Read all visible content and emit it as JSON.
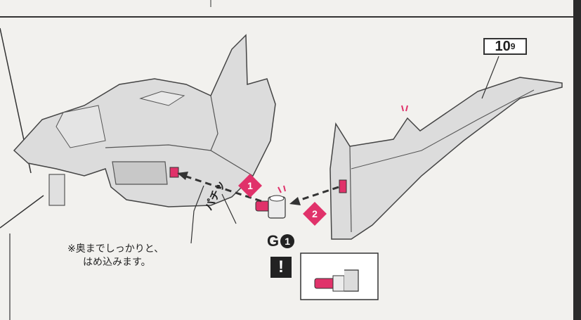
{
  "part_label": {
    "main": "10",
    "sub": "9"
  },
  "note": {
    "line1": "※奥までしっかりと、",
    "line2": "はめ込みます。"
  },
  "sound_effect": "パチッ",
  "steps": {
    "step1": "1",
    "step2": "2"
  },
  "gate_part": {
    "letter": "G",
    "number": "1"
  },
  "warning_symbol": "!",
  "colors": {
    "accent_pink": "#e0326a",
    "line": "#333333",
    "part_gray": "#dcdcdc",
    "background": "#f2f1ee"
  }
}
